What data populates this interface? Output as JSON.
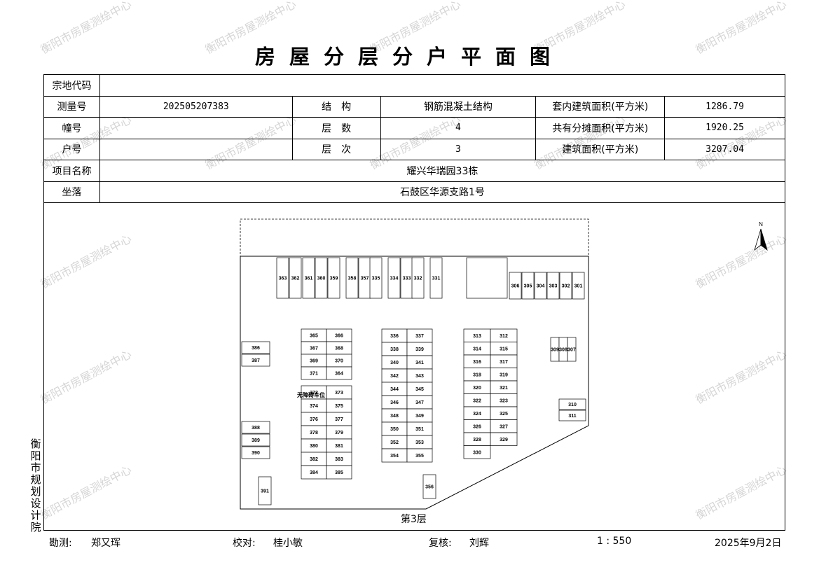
{
  "title": "房屋分层分户平面图",
  "watermark": "衡阳市房屋测绘中心",
  "side_label": [
    "衡",
    "阳",
    "市",
    "规",
    "划",
    "设",
    "计",
    "院"
  ],
  "info": {
    "parcel_code_label": "宗地代码",
    "parcel_code_value": "",
    "survey_no_label": "测量号",
    "survey_no_value": "202505207383",
    "structure_label": "结　构",
    "structure_value": "钢筋混凝土结构",
    "inner_area_label": "套内建筑面积(平方米)",
    "inner_area_value": "1286.79",
    "building_no_label": "幢号",
    "building_no_value": "",
    "floors_label": "层　数",
    "floors_value": "4",
    "shared_area_label": "共有分摊面积(平方米)",
    "shared_area_value": "1920.25",
    "unit_no_label": "户号",
    "unit_no_value": "",
    "floor_level_label": "层　次",
    "floor_level_value": "3",
    "building_area_label": "建筑面积(平方米)",
    "building_area_value": "3207.04",
    "project_label": "项目名称",
    "project_value": "耀兴华瑞园33栋",
    "location_label": "坐落",
    "location_value": "石鼓区华源支路1号"
  },
  "plan": {
    "floor_label": "第3层",
    "north": "N",
    "parking_label": "无障碍车位",
    "top_row_units": [
      "363",
      "362",
      "361",
      "360",
      "359",
      "358",
      "357",
      "335",
      "334",
      "333",
      "332",
      "331"
    ],
    "right_top_units": [
      "306",
      "305",
      "304",
      "303",
      "302",
      "301"
    ],
    "block_a_units": [
      "365",
      "366",
      "367",
      "368",
      "369",
      "370",
      "371",
      "364"
    ],
    "block_b_units": [
      "372",
      "373",
      "374",
      "375",
      "376",
      "377",
      "378",
      "379",
      "380",
      "381",
      "382",
      "383",
      "384",
      "385"
    ],
    "block_c_units": [
      "336",
      "337",
      "338",
      "339",
      "340",
      "341",
      "342",
      "343",
      "344",
      "345",
      "346",
      "347",
      "348",
      "349",
      "350",
      "351",
      "352",
      "353",
      "354",
      "355"
    ],
    "block_d_units": [
      "313",
      "312",
      "314",
      "315",
      "316",
      "317",
      "318",
      "319",
      "320",
      "321",
      "322",
      "323",
      "324",
      "325",
      "326",
      "327",
      "328",
      "329",
      "330"
    ],
    "left_units": [
      "386",
      "387",
      "388",
      "389",
      "390"
    ],
    "right_units": [
      "309",
      "308",
      "307",
      "310",
      "311"
    ],
    "misc_units": [
      "391",
      "356"
    ]
  },
  "footer": {
    "survey_label": "勘测:",
    "survey_name": "郑又珲",
    "check_label": "校对:",
    "check_name": "桂小敏",
    "review_label": "复核:",
    "review_name": "刘辉",
    "scale": "1 : 550",
    "date": "2025年9月2日"
  }
}
